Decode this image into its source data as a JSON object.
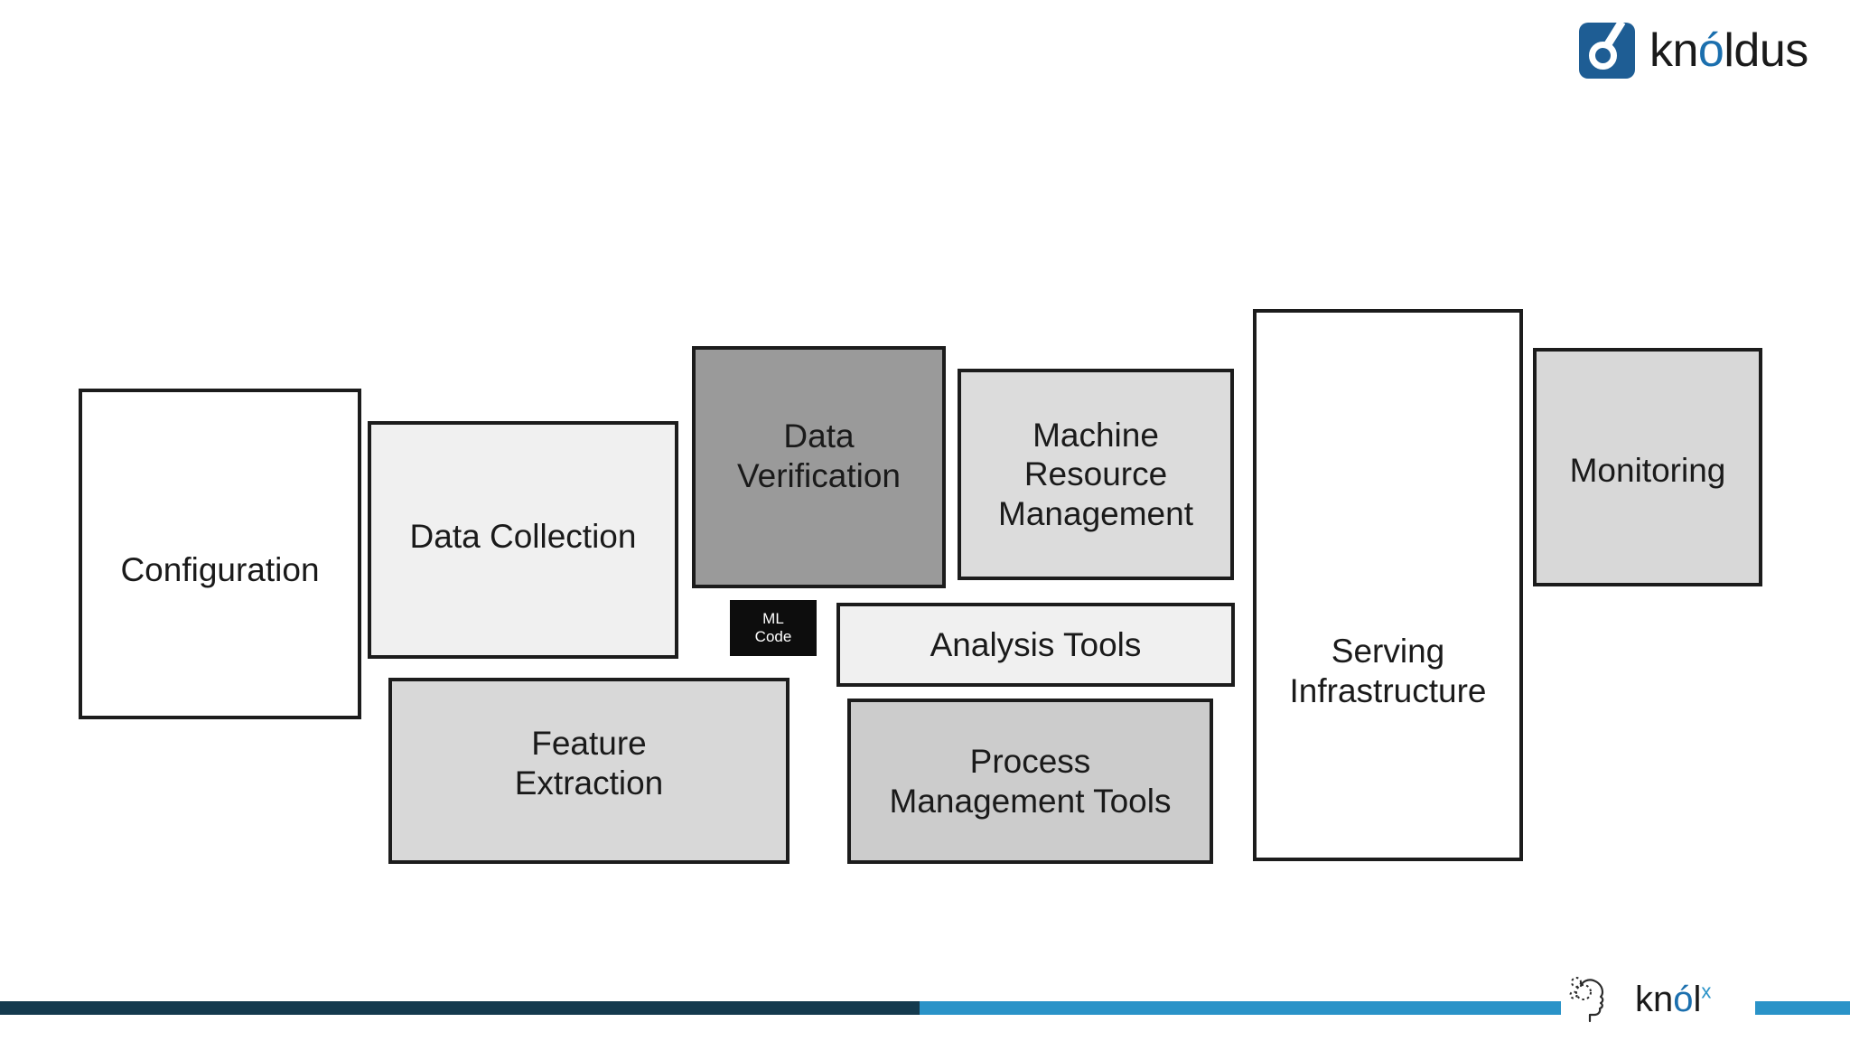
{
  "slide": {
    "background_color": "#ffffff"
  },
  "header": {
    "logo": {
      "name": "knoldus-logo",
      "mark_icon": "knoldus-circle-mark-icon",
      "word_before": "kn",
      "word_accent": "ó",
      "word_after": "ldus",
      "mark_color": "#1e5d94",
      "accent_color": "#1b6fae",
      "text_color": "#1a1a1a"
    }
  },
  "diagram": {
    "name": "ml-system-components-diagram",
    "boxes": [
      {
        "id": "configuration",
        "label": "Configuration",
        "fill": "#ffffff",
        "border": "#1c1c1c"
      },
      {
        "id": "data-collection",
        "label": "Data Collection",
        "fill": "#f0f0f0",
        "border": "#1c1c1c"
      },
      {
        "id": "feature-extraction",
        "label": "Feature\nExtraction",
        "fill": "#d8d8d8",
        "border": "#1c1c1c"
      },
      {
        "id": "data-verification",
        "label": "Data\nVerification",
        "fill": "#9a9a9a",
        "border": "#1c1c1c"
      },
      {
        "id": "ml-code",
        "label": "ML\nCode",
        "fill": "#0d0d0d",
        "border": "#0d0d0d",
        "text_color": "#ffffff"
      },
      {
        "id": "machine-resource-management",
        "label": "Machine\nResource\nManagement",
        "fill": "#dcdcdc",
        "border": "#1c1c1c"
      },
      {
        "id": "analysis-tools",
        "label": "Analysis Tools",
        "fill": "#f0f0f0",
        "border": "#1c1c1c"
      },
      {
        "id": "process-management-tools",
        "label": "Process\nManagement Tools",
        "fill": "#cccccc",
        "border": "#1c1c1c"
      },
      {
        "id": "serving-infrastructure",
        "label": "Serving\nInfrastructure",
        "fill": "#ffffff",
        "border": "#1c1c1c"
      },
      {
        "id": "monitoring",
        "label": "Monitoring",
        "fill": "#d8d8d8",
        "border": "#1c1c1c"
      }
    ]
  },
  "footer": {
    "bar_left_color": "#143a4e",
    "bar_right_color": "#2a93c8",
    "logo": {
      "name": "knolx-logo",
      "head_icon": "head-profile-with-gears-icon",
      "word_before": "kn",
      "word_accent": "ó",
      "word_after": "l",
      "superscript": "x",
      "accent_color": "#1b6fae",
      "superscript_color": "#2a93c8"
    }
  }
}
